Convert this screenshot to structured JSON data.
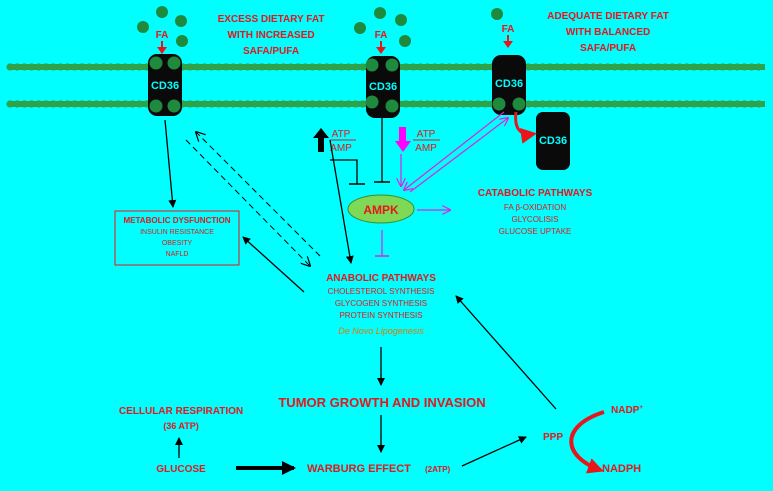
{
  "colors": {
    "background": "#00ffff",
    "membrane": "#2fa24a",
    "fatty_acid": "#1e8a3e",
    "receptor": "#0a0a0a",
    "text_red": "#e8151b",
    "text_orange": "#e07a00",
    "ampk_fill": "#7ed957",
    "ampk_arrows": "#e020e0"
  },
  "membrane": {
    "label_fa": "FA",
    "receptor_label": "CD36"
  },
  "headers": {
    "excess_fat": [
      "EXCESS DIETARY FAT",
      "WITH INCREASED",
      "SAFA/PUFA"
    ],
    "adequate_fat": [
      "ADEQUATE DIETARY FAT",
      "WITH BALANCED",
      "SAFA/PUFA"
    ]
  },
  "free_cd36": "CD36",
  "ratios": {
    "up": {
      "top": "ATP",
      "bottom": "AMP"
    },
    "down": {
      "top": "ATP",
      "bottom": "AMP"
    }
  },
  "ampk": "AMPK",
  "metabolic_dysfunction": {
    "title": "METABOLIC DYSFUNCTION",
    "items": [
      "INSULIN RESISTANCE",
      "OBESITY",
      "NAFLD"
    ]
  },
  "catabolic": {
    "title": "CATABOLIC PATHWAYS",
    "items": [
      "FA β-OXIDATION",
      "GLYCOLISIS",
      "GLUCOSE UPTAKE"
    ]
  },
  "anabolic": {
    "title": "ANABOLIC PATHWAYS",
    "items": [
      "CHOLESTEROL SYNTHESIS",
      "GLYCOGEN SYNTHESIS",
      "PROTEIN SYNTHESIS"
    ],
    "lipogenesis": "De Novo Lipogenesis"
  },
  "tumor": "TUMOR GROWTH AND INVASION",
  "respiration": {
    "title": "CELLULAR RESPIRATION",
    "atp": "(36 ATP)"
  },
  "glucose": "GLUCOSE",
  "warburg": {
    "label": "WARBURG EFFECT",
    "atp": "(2ATP)"
  },
  "ppp": "PPP",
  "nadp": {
    "oxidized": "NADP",
    "oxidized_sup": "+",
    "reduced": "NADPH"
  }
}
